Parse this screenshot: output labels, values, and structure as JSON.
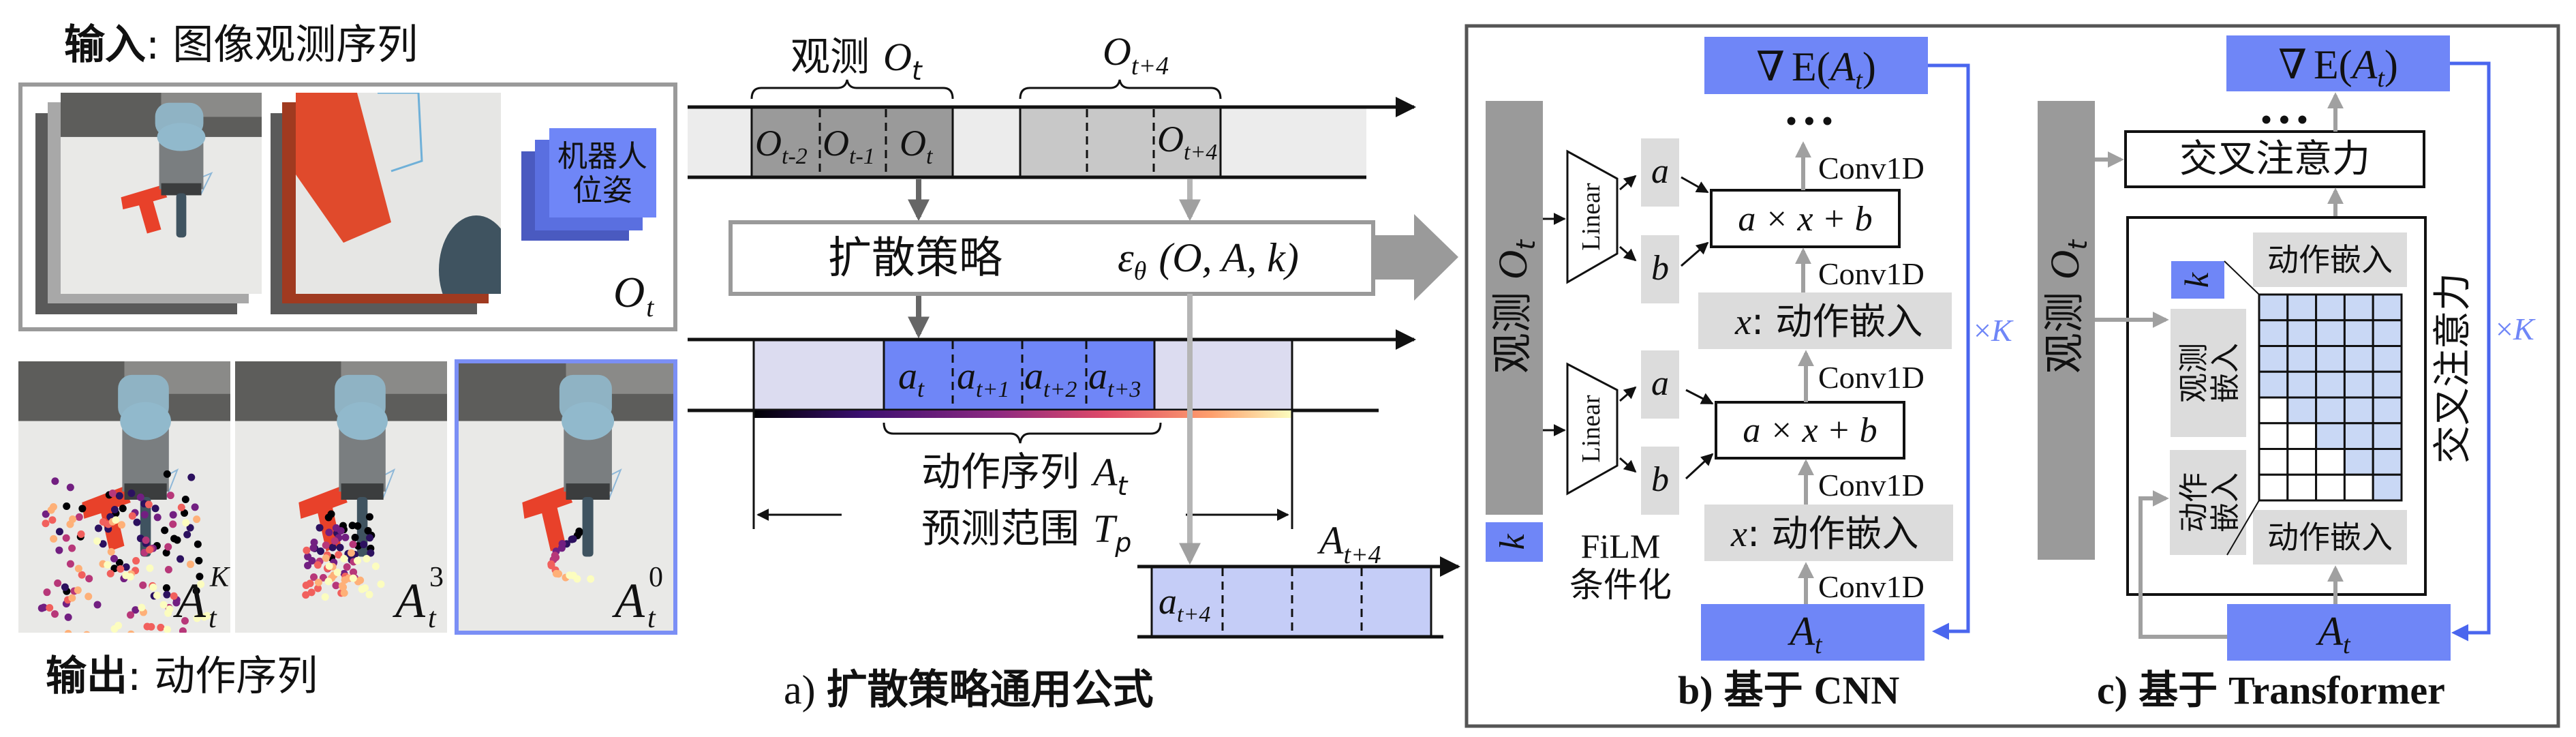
{
  "input_title": {
    "bold": "输入",
    "rest": ": 图像观测序列"
  },
  "robot_pose": {
    "line1": "机器人",
    "line2": "位姿"
  },
  "input_obs": {
    "main": "O",
    "sub": "t"
  },
  "samples": [
    {
      "main": "A",
      "sub": "t",
      "sup": "K"
    },
    {
      "main": "A",
      "sub": "t",
      "sup": "3"
    },
    {
      "main": "A",
      "sub": "t",
      "sup": "0"
    }
  ],
  "output_title": {
    "bold": "输出",
    "rest": ": 动作序列"
  },
  "panel_a": {
    "obs_label": {
      "text": "观测",
      "main": "O",
      "sub": "t"
    },
    "obs_next_label": {
      "main": "O",
      "sub": "t+4"
    },
    "obs_cells": [
      {
        "main": "O",
        "sub": "t-2"
      },
      {
        "main": "O",
        "sub": "t-1"
      },
      {
        "main": "O",
        "sub": "t"
      }
    ],
    "obs_next_cell": {
      "main": "O",
      "sub": "t+4"
    },
    "policy": {
      "text": "扩散策略",
      "eps": "ε",
      "eps_sub": "θ",
      "args": "(O, A, k)"
    },
    "action_cells": [
      {
        "main": "a",
        "sub": "t"
      },
      {
        "main": "a",
        "sub": "t+1"
      },
      {
        "main": "a",
        "sub": "t+2"
      },
      {
        "main": "a",
        "sub": "t+3"
      }
    ],
    "action_seq_label": {
      "text": "动作序列",
      "main": "A",
      "sub": "t"
    },
    "horizon_label": {
      "text": "预测范围",
      "main": "T",
      "sub": "p"
    },
    "next_actions_label": {
      "main": "A",
      "sub": "t+4"
    },
    "next_action_cell": {
      "main": "a",
      "sub": "t+4"
    },
    "caption": {
      "letter": "a)",
      "text": "扩散策略通用公式"
    }
  },
  "panel_b": {
    "grad": {
      "nabla": "∇",
      "e": "E(",
      "main": "A",
      "sub": "t",
      "close": ")"
    },
    "dots": "• • •",
    "obs_bar": {
      "text": "观测",
      "main": "O",
      "sub": "t"
    },
    "k": "k",
    "linear": "Linear",
    "a": "a",
    "b": "b",
    "film_op": "a × x + b",
    "conv": "Conv1D",
    "embed": {
      "x": "x",
      "text": ": 动作嵌入"
    },
    "film": {
      "line1": "FiLM",
      "line2": "条件化"
    },
    "input": {
      "main": "A",
      "sub": "t"
    },
    "repeat": {
      "times": "×",
      "k": "K"
    },
    "caption": {
      "letter": "b)",
      "text": "基于",
      "arch": "CNN"
    }
  },
  "panel_c": {
    "grad": {
      "nabla": "∇",
      "e": "E(",
      "main": "A",
      "sub": "t",
      "close": ")"
    },
    "dots": "• • •",
    "obs_bar": {
      "text": "观测",
      "main": "O",
      "sub": "t"
    },
    "cross_attn": "交叉注意力",
    "cross_attn_vertical": "交叉注意力",
    "action_embed": "动作嵌入",
    "obs_embed": {
      "line1": "观测",
      "line2": "嵌入"
    },
    "action_embed_vertical": {
      "line1": "动作",
      "line2": "嵌入"
    },
    "k": "k",
    "attention_mask": [
      [
        1,
        1,
        1,
        1,
        1
      ],
      [
        1,
        1,
        1,
        1,
        1
      ],
      [
        1,
        1,
        1,
        1,
        1
      ],
      [
        1,
        1,
        1,
        1,
        1
      ],
      [
        0,
        1,
        1,
        1,
        1
      ],
      [
        0,
        0,
        1,
        1,
        1
      ],
      [
        0,
        0,
        0,
        1,
        1
      ],
      [
        0,
        0,
        0,
        0,
        1
      ]
    ],
    "input": {
      "main": "A",
      "sub": "t"
    },
    "repeat": {
      "times": "×",
      "k": "K"
    },
    "caption": {
      "letter": "c)",
      "text": "基于",
      "arch": "Transformer"
    }
  },
  "colors": {
    "accent_blue": "#6f86f7",
    "light_blue_cell": "#c9d8f5",
    "horizon_lavender": "#dcdcf0",
    "next_action_blue": "#c5cdf7",
    "obs_dark": "#9a9a9a",
    "obs_mid": "#c8c8c8",
    "gray_box": "#dcdcdc"
  }
}
